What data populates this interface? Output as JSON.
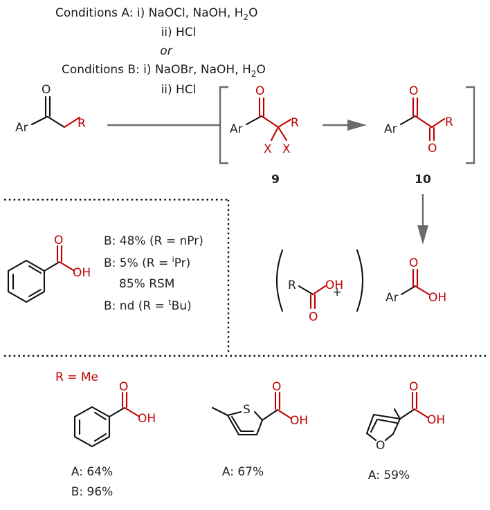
{
  "conditions": {
    "a_line1_prefix": "Conditions A: i) NaOCl, NaOH, H",
    "a_line1_sub": "2",
    "a_line1_suffix": "O",
    "a_line2": "ii) HCl",
    "or": "or",
    "b_line1_prefix": "Conditions B: i) NaOBr, NaOH, H",
    "b_line1_sub": "2",
    "b_line1_suffix": "O",
    "b_line2": "ii) HCl"
  },
  "atoms": {
    "o": "O",
    "oh": "OH",
    "ar": "Ar",
    "r": "R",
    "x": "X",
    "s": "S"
  },
  "compounds": {
    "intermediate_9": "9",
    "intermediate_10": "10"
  },
  "plus": "+",
  "side_results": {
    "line1": "B: 48% (R = nPr)",
    "line2_prefix": "B: 5% (R = ",
    "line2_sup": "i",
    "line2_suffix": "Pr)",
    "line3": "85% RSM",
    "line4_prefix": "B: nd (R = ",
    "line4_sup": "t",
    "line4_suffix": "Bu)"
  },
  "scope": {
    "r_label": "R = Me",
    "products": [
      {
        "yields": [
          "A: 64%",
          "B: 96%"
        ]
      },
      {
        "yields": [
          "A: 67%"
        ]
      },
      {
        "yields": [
          "A: 59%"
        ]
      }
    ]
  },
  "colors": {
    "accent": "#c00000",
    "arrow": "#6b6b6b",
    "ink": "#111111"
  }
}
